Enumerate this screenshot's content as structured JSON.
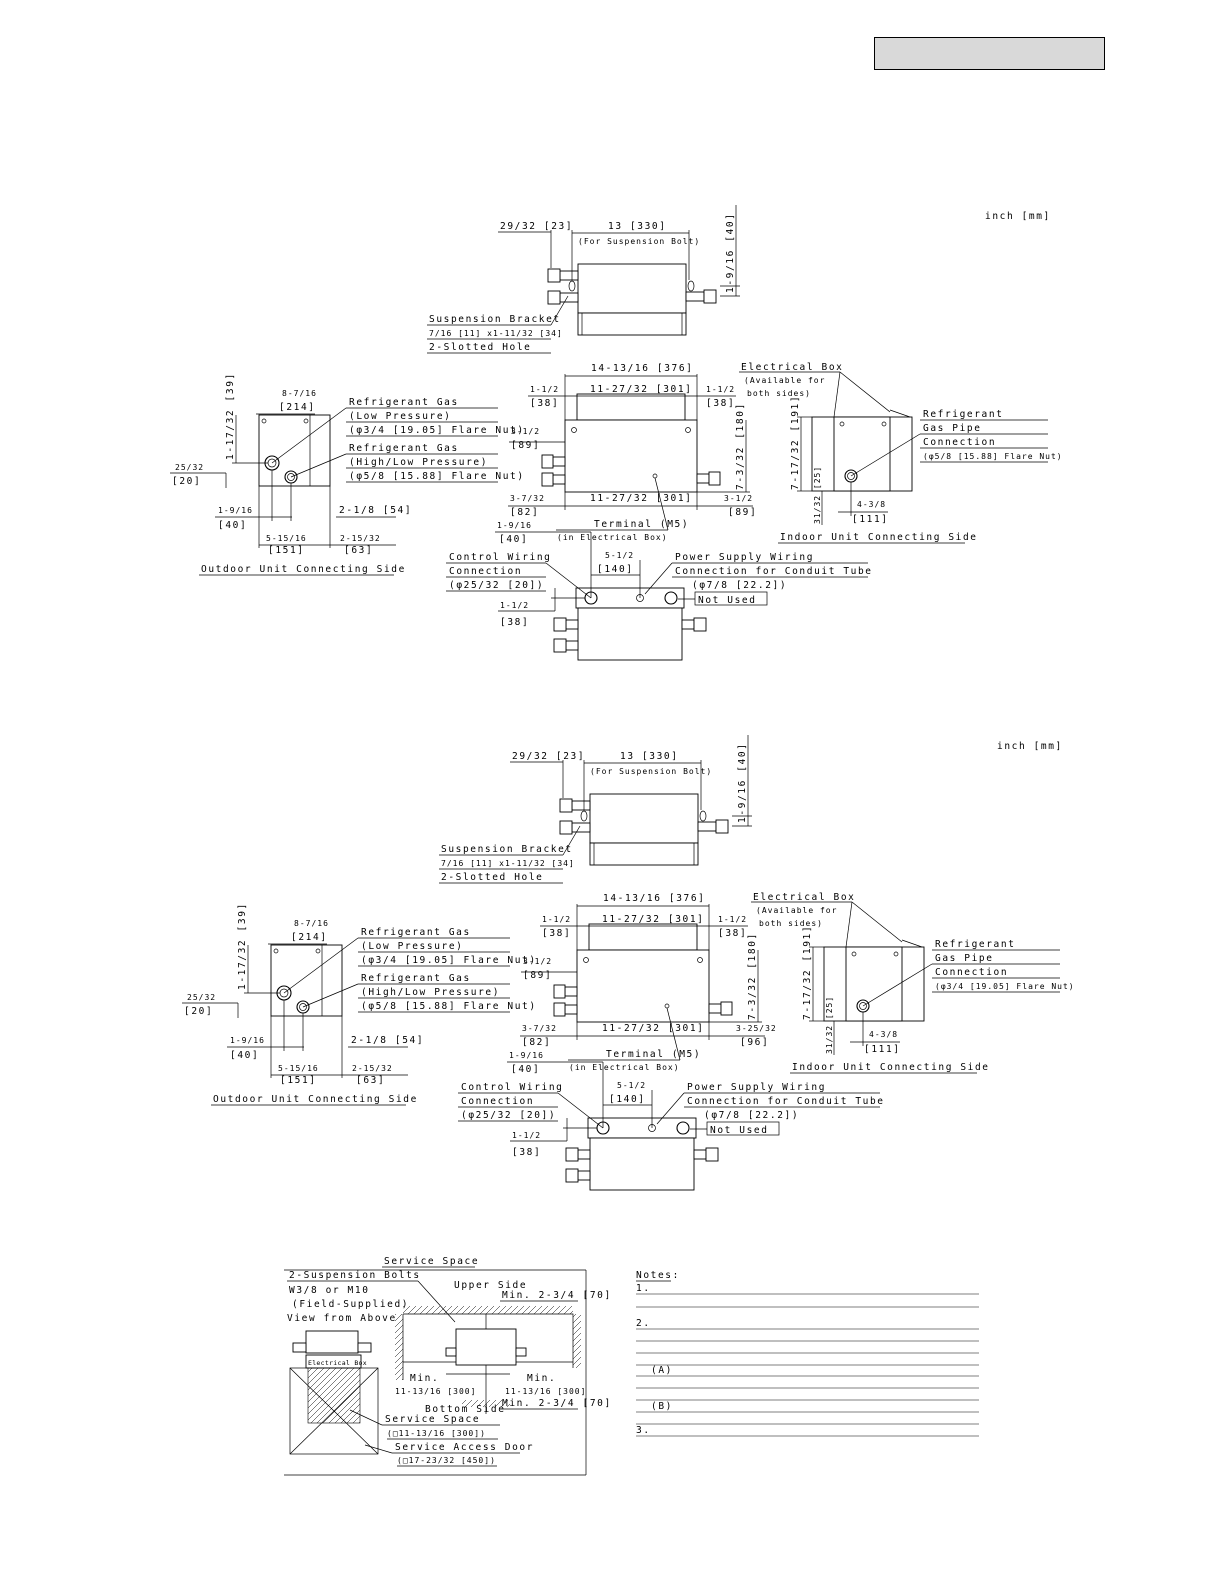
{
  "header": {
    "title": ""
  },
  "unit_note": "inch [mm]",
  "diagrams": [
    {
      "top": {
        "d1": "29/32 [23]",
        "d2": "13 [330]",
        "d2_note": "(For Suspension Bolt)",
        "d3": "1-9/16 [40]",
        "bracket1": "Suspension Bracket",
        "bracket2": "7/16 [11] x1-11/32 [34]",
        "bracket3": "2-Slotted Hole"
      },
      "front": {
        "w": "14-13/16 [376]",
        "l1": "1-1/2",
        "l1mm": "[38]",
        "mid": "11-27/32 [301]",
        "r1": "1-1/2",
        "r1mm": "[38]",
        "h1": "3-1/2",
        "h1mm": "[89]",
        "h2": "7-3/32 [180]",
        "b1": "3-7/32",
        "b1mm": "[82]",
        "bmid": "11-27/32 [301]",
        "b2": "3-1/2",
        "b2mm": "[89]",
        "term1": "Terminal (M5)",
        "term2": "(in Electrical Box)"
      },
      "outdoor": {
        "w": "8-7/16",
        "wmm": "[214]",
        "h": "1-17/32 [39]",
        "side": "25/32",
        "sidemm": "[20]",
        "g1": "Refrigerant Gas",
        "g1b": "(Low Pressure)",
        "g1c": "(φ3/4 [19.05] Flare Nut)",
        "g2": "Refrigerant Gas",
        "g2b": "(High/Low Pressure)",
        "g2c": "(φ5/8 [15.88] Flare Nut)",
        "b1": "1-9/16",
        "b1mm": "[40]",
        "b2": "2-1/8 [54]",
        "b3": "5-15/16",
        "b3mm": "[151]",
        "b4": "2-15/32",
        "b4mm": "[63]",
        "caption": "Outdoor Unit Connecting Side"
      },
      "indoor": {
        "box1": "Electrical Box",
        "box2": "(Available for",
        "box3": "both sides)",
        "r1": "Refrigerant",
        "r2": "Gas Pipe",
        "r3": "Connection",
        "r4": "(φ5/8 [15.88] Flare Nut)",
        "h": "7-17/32 [191]",
        "b1": "31/32 [25]",
        "b2": "4-3/8",
        "b2mm": "[111]",
        "caption": "Indoor Unit Connecting Side"
      },
      "bottom": {
        "c1": "Control Wiring",
        "c2": "Connection",
        "c3": "(φ25/32 [20])",
        "d1": "1-9/16",
        "d1mm": "[40]",
        "d2": "5-1/2",
        "d2mm": "[140]",
        "p1": "Power Supply Wiring",
        "p2": "Connection for Conduit Tube",
        "p3": "(φ7/8 [22.2])",
        "nu": "Not Used",
        "d3": "1-1/2",
        "d3mm": "[38]"
      }
    },
    {
      "top": {
        "d1": "29/32 [23]",
        "d2": "13 [330]",
        "d2_note": "(For Suspension Bolt)",
        "d3": "1-9/16 [40]",
        "bracket1": "Suspension Bracket",
        "bracket2": "7/16 [11] x1-11/32 [34]",
        "bracket3": "2-Slotted Hole"
      },
      "front": {
        "w": "14-13/16 [376]",
        "l1": "1-1/2",
        "l1mm": "[38]",
        "mid": "11-27/32 [301]",
        "r1": "1-1/2",
        "r1mm": "[38]",
        "h1": "3-1/2",
        "h1mm": "[89]",
        "h2": "7-3/32 [180]",
        "b1": "3-7/32",
        "b1mm": "[82]",
        "bmid": "11-27/32 [301]",
        "b2": "3-25/32",
        "b2mm": "[96]",
        "term1": "Terminal (M5)",
        "term2": "(in Electrical Box)"
      },
      "outdoor": {
        "w": "8-7/16",
        "wmm": "[214]",
        "h": "1-17/32 [39]",
        "side": "25/32",
        "sidemm": "[20]",
        "g1": "Refrigerant Gas",
        "g1b": "(Low Pressure)",
        "g1c": "(φ3/4 [19.05] Flare Nut)",
        "g2": "Refrigerant Gas",
        "g2b": "(High/Low Pressure)",
        "g2c": "(φ5/8 [15.88] Flare Nut)",
        "b1": "1-9/16",
        "b1mm": "[40]",
        "b2": "2-1/8 [54]",
        "b3": "5-15/16",
        "b3mm": "[151]",
        "b4": "2-15/32",
        "b4mm": "[63]",
        "caption": "Outdoor Unit Connecting Side"
      },
      "indoor": {
        "box1": "Electrical Box",
        "box2": "(Available for",
        "box3": "both sides)",
        "r1": "Refrigerant",
        "r2": "Gas Pipe",
        "r3": "Connection",
        "r4": "(φ3/4 [19.05] Flare Nut)",
        "h": "7-17/32 [191]",
        "b1": "31/32 [25]",
        "b2": "4-3/8",
        "b2mm": "[111]",
        "caption": "Indoor Unit Connecting Side"
      },
      "bottom": {
        "c1": "Control Wiring",
        "c2": "Connection",
        "c3": "(φ25/32 [20])",
        "d1": "1-9/16",
        "d1mm": "[40]",
        "d2": "5-1/2",
        "d2mm": "[140]",
        "p1": "Power Supply Wiring",
        "p2": "Connection for Conduit Tube",
        "p3": "(φ7/8 [22.2])",
        "nu": "Not Used",
        "d3": "1-1/2",
        "d3mm": "[38]"
      }
    }
  ],
  "service": {
    "title": "Service Space",
    "bolts1": "2-Suspension Bolts",
    "bolts2": "W3/8 or M10",
    "bolts3": "(Field-Supplied)",
    "view": "View from Above",
    "ebox": "Electrical Box",
    "upper": "Upper Side",
    "min_top": "Min. 2-3/4 [70]",
    "minl1": "Min.",
    "minl2": "11-13/16 [300]",
    "minr1": "Min.",
    "minr2": "11-13/16 [300]",
    "min_bot": "Min. 2-3/4 [70]",
    "bottom": "Bottom Side",
    "ss1": "Service Space",
    "ss2": "(□11-13/16 [300])",
    "sad1": "Service Access Door",
    "sad2": "(□17-23/32 [450])"
  },
  "notes": {
    "title": "Notes:",
    "n1": "1.",
    "n2": "2.",
    "a": "(A)",
    "b": "(B)",
    "n3": "3."
  }
}
